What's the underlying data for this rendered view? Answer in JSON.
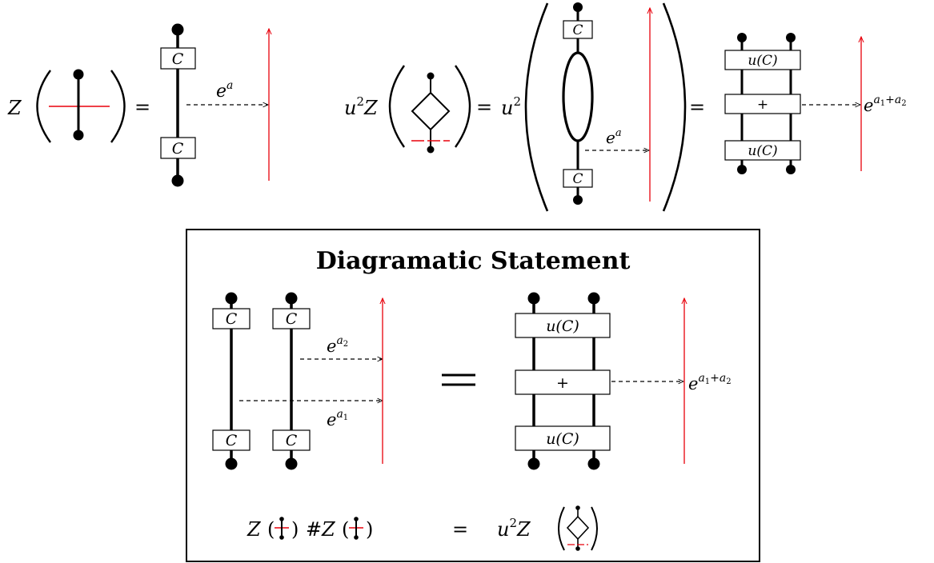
{
  "colors": {
    "ink": "#000000",
    "accent": "#e8000b",
    "background": "#ffffff"
  },
  "top": {
    "left": {
      "lhs": {
        "Z": "Z"
      },
      "eq": "=",
      "box_top": "C",
      "box_bottom": "C",
      "arrow": {
        "base": "e",
        "exp": "a"
      }
    },
    "right": {
      "lhs": {
        "u": "u",
        "two": "2",
        "Z": "Z"
      },
      "eq1": "=",
      "rhs_u": "u",
      "rhs_two": "2",
      "box_top": "C",
      "box_bottom": "C",
      "arrow": {
        "base": "e",
        "exp": "a"
      },
      "eq2": "=",
      "ladder": {
        "top": "u(C)",
        "mid": "+",
        "bottom": "u(C)"
      },
      "result": {
        "base": "e",
        "exp1": "a",
        "sub1": "1",
        "plus": "+",
        "exp2": "a",
        "sub2": "2"
      }
    }
  },
  "box": {
    "title": "Diagramatic Statement",
    "left": {
      "top_boxes": [
        "C",
        "C"
      ],
      "bottom_boxes": [
        "C",
        "C"
      ],
      "arrow_upper": {
        "base": "e",
        "exp": "a",
        "sub": "2"
      },
      "arrow_lower": {
        "base": "e",
        "exp": "a",
        "sub": "1"
      }
    },
    "equals": "=",
    "right": {
      "ladder": {
        "top": "u(C)",
        "mid": "+",
        "bottom": "u(C)"
      },
      "result": {
        "base": "e",
        "exp1": "a",
        "sub1": "1",
        "plus": "+",
        "exp2": "a",
        "sub2": "2"
      }
    },
    "formula": {
      "Z1": "Z",
      "hash": "#",
      "Z2": "Z",
      "eq": "=",
      "u": "u",
      "two": "2",
      "Z3": "Z"
    }
  }
}
